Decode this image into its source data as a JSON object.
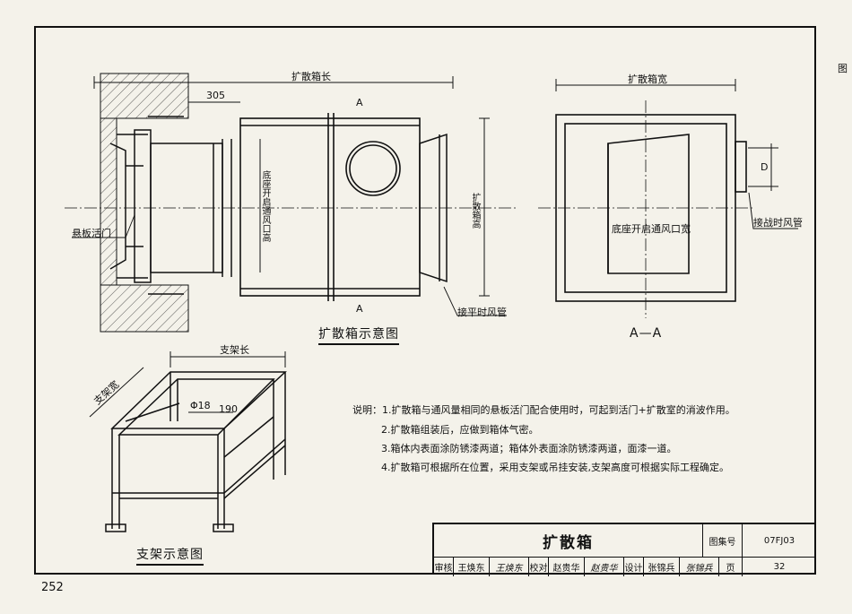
{
  "page_number": "252",
  "edge_mark": "图",
  "drawing": {
    "dim_length": "扩散箱长",
    "dim_305": "305",
    "section_mark_top": "A",
    "section_mark_bottom": "A",
    "label_damper": "悬板活门",
    "label_opening_height": "底座开启通风口高",
    "label_box_height": "扩散箱高",
    "label_pipe_connect": "接平时风管",
    "caption_schematic": "扩散箱示意图",
    "dim_width": "扩散箱宽",
    "label_D": "D",
    "label_opening_width": "底座开启通风口宽",
    "label_war_pipe": "接战时风管",
    "caption_section": "A—A",
    "dim_support_length": "支架长",
    "dim_support_width": "支架宽",
    "dim_phi18": "Φ18",
    "dim_190": "190",
    "caption_support": "支架示意图"
  },
  "notes": {
    "prefix": "说明：",
    "items": [
      "1.扩散箱与通风量相同的悬板活门配合使用时，可起到活门+扩散室的消波作用。",
      "2.扩散箱组装后，应做到箱体气密。",
      "3.箱体内表面涂防锈漆两道；箱体外表面涂防锈漆两道，面漆一道。",
      "4.扩散箱可根据所在位置，采用支架或吊挂安装,支架高度可根据实际工程确定。"
    ]
  },
  "titleblock": {
    "title": "扩散箱",
    "atlas_label": "图集号",
    "atlas_no": "07FJ03",
    "review_label": "审核",
    "reviewer": "王焕东",
    "reviewer_sig": "王焕东",
    "check_label": "校对",
    "checker": "赵贵华",
    "checker_sig": "赵贵华",
    "design_label": "设计",
    "designer": "张锦兵",
    "designer_sig": "张锦兵",
    "page_label": "页",
    "page_no": "32"
  }
}
